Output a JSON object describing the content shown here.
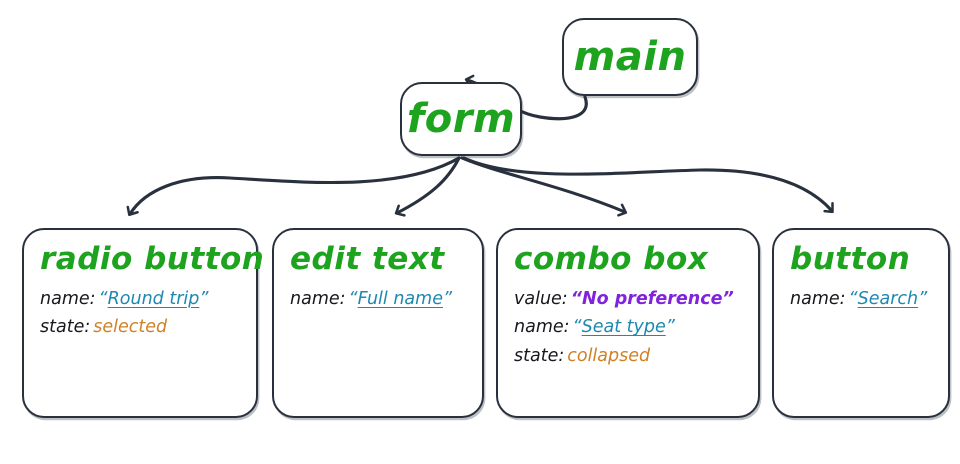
{
  "diagram": {
    "title": "accessibility-tree-node-diagram",
    "colors": {
      "node_border": "#28313d",
      "node_fill": "#ffffff",
      "role_green": "#1da31d",
      "label_black": "#16181c",
      "name_teal": "#1e88b0",
      "value_purple": "#8123dd",
      "state_orange": "#cf8127",
      "edge": "#28313d",
      "background": "#ffffff"
    },
    "edges": [
      {
        "from": "main",
        "to": "form"
      },
      {
        "from": "form",
        "to": "radio-button"
      },
      {
        "from": "form",
        "to": "edit-text"
      },
      {
        "from": "form",
        "to": "combo-box"
      },
      {
        "from": "form",
        "to": "button"
      }
    ]
  },
  "nodes": {
    "main": {
      "role": "main"
    },
    "form": {
      "role": "form"
    },
    "radio_button": {
      "role": "radio button",
      "attrs": [
        {
          "key": "name:",
          "value": "Round trip",
          "style": "name",
          "quoted": true,
          "underline": true
        },
        {
          "key": "state:",
          "value": "selected",
          "style": "state",
          "quoted": false,
          "underline": false
        }
      ]
    },
    "edit_text": {
      "role": "edit text",
      "attrs": [
        {
          "key": "name:",
          "value": "Full name",
          "style": "name",
          "quoted": true,
          "underline": true
        }
      ]
    },
    "combo_box": {
      "role": "combo box",
      "attrs": [
        {
          "key": "value:",
          "value": "No preference",
          "style": "value",
          "quoted": true,
          "underline": false
        },
        {
          "key": "name:",
          "value": "Seat type",
          "style": "name",
          "quoted": true,
          "underline": true
        },
        {
          "key": "state:",
          "value": "collapsed",
          "style": "state",
          "quoted": false,
          "underline": false
        }
      ]
    },
    "button": {
      "role": "button",
      "attrs": [
        {
          "key": "name:",
          "value": "Search",
          "style": "name",
          "quoted": true,
          "underline": true
        }
      ]
    }
  },
  "quote": {
    "open": "“",
    "close": "”"
  }
}
